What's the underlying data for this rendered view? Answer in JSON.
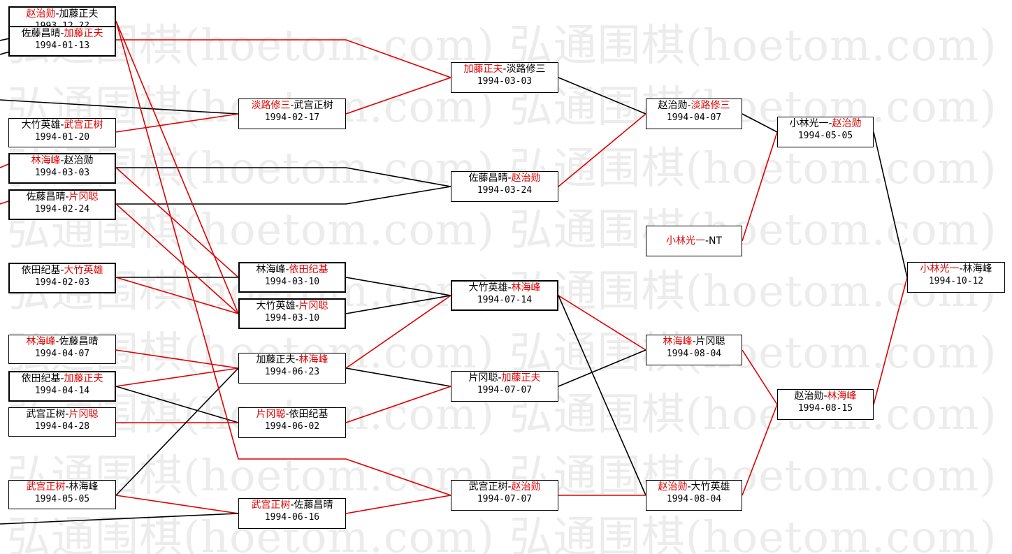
{
  "watermark": "弘通围棋(hoetom.com) 弘通围棋(hoetom.com) 弘通围棋(hoetom.com)",
  "colors": {
    "winner": "#e00000",
    "loser": "#000000",
    "line_red": "#e00000",
    "line_black": "#000000"
  },
  "games": [
    {
      "id": "g01",
      "p1": "赵治勋",
      "p2": "加藤正夫",
      "winner": 1,
      "date": "1993-12-??"
    },
    {
      "id": "g02",
      "p1": "佐藤昌晴",
      "p2": "加藤正夫",
      "winner": 2,
      "date": "1994-01-13"
    },
    {
      "id": "g03",
      "p1": "大竹英雄",
      "p2": "武宫正树",
      "winner": 2,
      "date": "1994-01-20"
    },
    {
      "id": "g04",
      "p1": "林海峰",
      "p2": "赵治勋",
      "winner": 1,
      "date": "1994-03-03"
    },
    {
      "id": "g05",
      "p1": "佐藤昌晴",
      "p2": "片冈聪",
      "winner": 2,
      "date": "1994-02-24"
    },
    {
      "id": "g06",
      "p1": "依田纪基",
      "p2": "大竹英雄",
      "winner": 2,
      "date": "1994-02-03"
    },
    {
      "id": "g07",
      "p1": "林海峰",
      "p2": "佐藤昌晴",
      "winner": 1,
      "date": "1994-04-07"
    },
    {
      "id": "g08",
      "p1": "依田纪基",
      "p2": "加藤正夫",
      "winner": 2,
      "date": "1994-04-14"
    },
    {
      "id": "g09",
      "p1": "武宫正树",
      "p2": "片冈聪",
      "winner": 2,
      "date": "1994-04-28"
    },
    {
      "id": "g10",
      "p1": "武宫正树",
      "p2": "林海峰",
      "winner": 1,
      "date": "1994-05-05"
    },
    {
      "id": "g11",
      "p1": "淡路修三",
      "p2": "武宫正树",
      "winner": 1,
      "date": "1994-02-17"
    },
    {
      "id": "g12",
      "p1": "林海峰",
      "p2": "依田纪基",
      "winner": 2,
      "date": "1994-03-10"
    },
    {
      "id": "g13",
      "p1": "大竹英雄",
      "p2": "片冈聪",
      "winner": 2,
      "date": "1994-03-10"
    },
    {
      "id": "g14",
      "p1": "加藤正夫",
      "p2": "林海峰",
      "winner": 2,
      "date": "1994-06-23"
    },
    {
      "id": "g15",
      "p1": "片冈聪",
      "p2": "依田纪基",
      "winner": 1,
      "date": "1994-06-02"
    },
    {
      "id": "g16",
      "p1": "武宫正树",
      "p2": "佐藤昌晴",
      "winner": 1,
      "date": "1994-06-16"
    },
    {
      "id": "g17",
      "p1": "加藤正夫",
      "p2": "淡路修三",
      "winner": 1,
      "date": "1994-03-03"
    },
    {
      "id": "g18",
      "p1": "佐藤昌晴",
      "p2": "赵治勋",
      "winner": 2,
      "date": "1994-03-24"
    },
    {
      "id": "g19",
      "p1": "大竹英雄",
      "p2": "林海峰",
      "winner": 2,
      "date": "1994-07-14"
    },
    {
      "id": "g20",
      "p1": "片冈聪",
      "p2": "加藤正夫",
      "winner": 2,
      "date": "1994-07-07"
    },
    {
      "id": "g21",
      "p1": "武宫正树",
      "p2": "赵治勋",
      "winner": 2,
      "date": "1994-07-07"
    },
    {
      "id": "g22",
      "p1": "赵治勋",
      "p2": "淡路修三",
      "winner": 2,
      "date": "1994-04-07"
    },
    {
      "id": "g23",
      "p1": "小林光一",
      "p2": "NT",
      "winner": 1,
      "date": ""
    },
    {
      "id": "g24",
      "p1": "林海峰",
      "p2": "片冈聪",
      "winner": 1,
      "date": "1994-08-04"
    },
    {
      "id": "g25",
      "p1": "赵治勋",
      "p2": "大竹英雄",
      "winner": 1,
      "date": "1994-08-04"
    },
    {
      "id": "g26",
      "p1": "小林光一",
      "p2": "赵治勋",
      "winner": 2,
      "date": "1994-05-05"
    },
    {
      "id": "g27",
      "p1": "赵治勋",
      "p2": "林海峰",
      "winner": 2,
      "date": "1994-08-15"
    },
    {
      "id": "g28",
      "p1": "小林光一",
      "p2": "林海峰",
      "winner": 1,
      "date": "1994-10-12"
    }
  ]
}
